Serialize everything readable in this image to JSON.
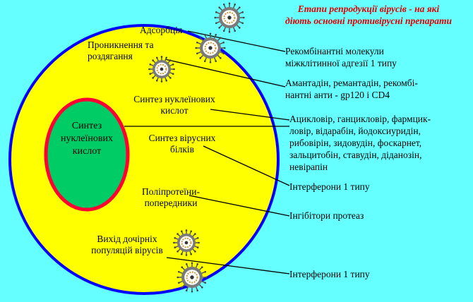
{
  "title_lines": [
    "Етапи репродукції вірусів - на які",
    "діють основні противірусні препарати"
  ],
  "colors": {
    "background": "#66ffff",
    "cell": "#ffff00",
    "cell_border": "#0000ff",
    "nucleus": "#00cc66",
    "nucleus_border": "#ff0033",
    "title": "#e00000"
  },
  "stages": {
    "adsorption": "Адсорбція",
    "penetration_1": "Проникнення та",
    "penetration_2": "роздягання",
    "nucleic_synthesis_1": "Синтез нуклеїнових",
    "nucleic_synthesis_2": "кислот",
    "protein_synthesis_1": "Синтез вірусних",
    "protein_synthesis_2": "білків",
    "polyprotein_1": "Поліпротеїни-",
    "polyprotein_2": "попередники",
    "exit_1": "Вихід дочірніх",
    "exit_2": "популяцій вірусів"
  },
  "nucleus": {
    "line_1": "Синтез",
    "line_2": "нуклеїнових",
    "line_3": "кислот"
  },
  "drugs": {
    "adhesion_1": "Рекомбінантні молекули",
    "adhesion_2": "міжклітинної адгезії 1 типу",
    "amantadine_1": "Амантадін, ремантадін, рекомбі-",
    "amantadine_2": "нантні анти - gp120 і CD4",
    "nucleoside_1": "Ацикловір, ганцикловір, фармцик-",
    "nucleoside_2": "ловір, відарабін, йодоксиуридін,",
    "nucleoside_3": "рибовірін, зидовудін, фоскарнет,",
    "nucleoside_4": "зальцитобін, ставудін, діданозін,",
    "nucleoside_5": "невірапін",
    "interferons_1": "Інтерферони 1 типу",
    "protease": "Інгібітори протеаз",
    "interferons_2": "Інтерферони 1 типу"
  }
}
